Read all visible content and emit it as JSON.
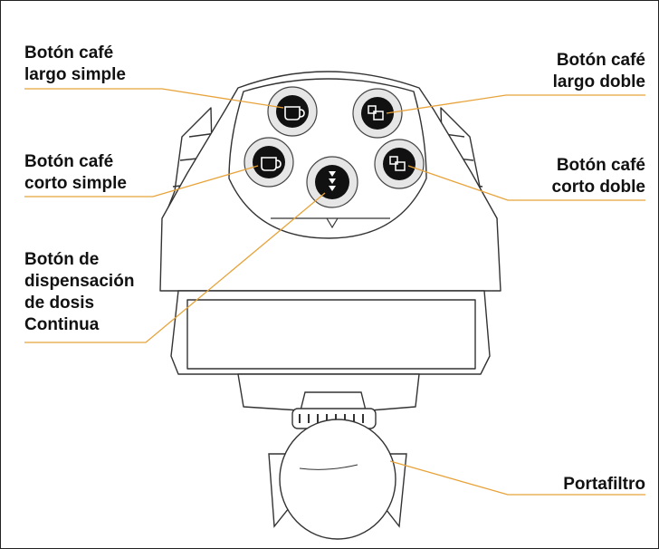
{
  "labels": {
    "largo_simple": "Botón café\nlargo simple",
    "corto_simple": "Botón café\ncorto simple",
    "dispensacion": "Botón de\ndispensación\nde dosis\nContinua",
    "largo_doble": "Botón café\nlargo doble",
    "corto_doble": "Botón café\ncorto doble",
    "portafiltro": "Portafiltro"
  },
  "colors": {
    "leader_line": "#e8a33a",
    "outline": "#333333",
    "body_fill": "#ffffff",
    "button_ring": "#dcdcdc",
    "button_fill": "#111111",
    "frame": "#222222"
  },
  "icons": [
    "single-cup-icon",
    "double-cup-icon",
    "continuous-dose-icon"
  ]
}
